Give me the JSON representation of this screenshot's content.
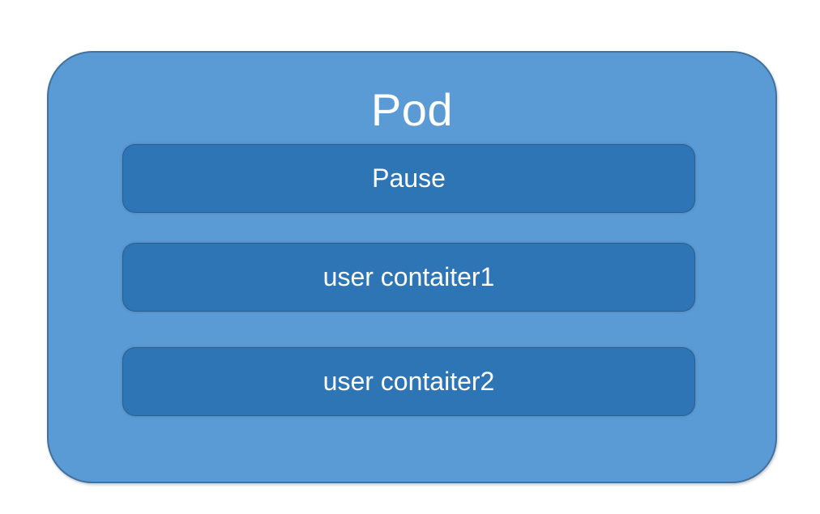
{
  "diagram": {
    "pod": {
      "title": "Pod",
      "containers": [
        {
          "label": "Pause"
        },
        {
          "label": "user contaiter1"
        },
        {
          "label": "user contaiter2"
        }
      ]
    },
    "colors": {
      "background": "#FFFFFF",
      "pod_fill": "#5B9BD5",
      "pod_border": "#41719C",
      "container_fill": "#2E75B6",
      "container_border": "#2B4B73",
      "text": "#FFFFFF"
    }
  }
}
